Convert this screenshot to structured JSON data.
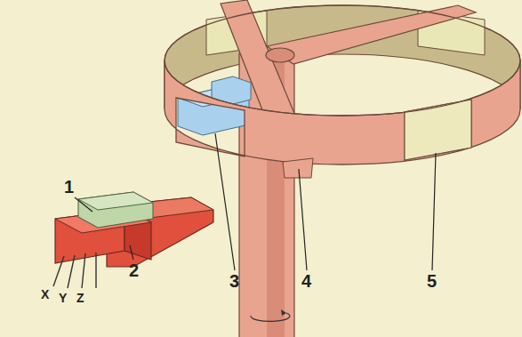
{
  "diagram": {
    "labels": [
      "1",
      "2",
      "3",
      "4",
      "5",
      "X",
      "Y",
      "Z"
    ]
  }
}
